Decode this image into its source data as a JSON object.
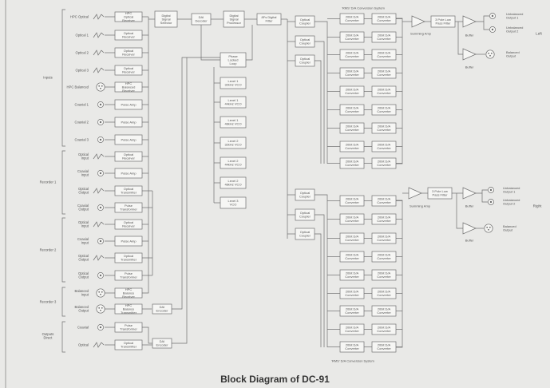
{
  "caption": "Block Diagram of DC-91",
  "groups": {
    "inputs": "Inputs",
    "recorder1": "Recorder 1",
    "recorder2": "Recorder 2",
    "recorder3": "Recorder 3",
    "outputs": "Outputs\nDirect"
  },
  "input_labels": [
    "HPC Optical",
    "Optical 1",
    "Optical 2",
    "Optical 3",
    "HPC Balanced",
    "Coaxial 1",
    "Coaxial 2",
    "Coaxial 3",
    "Optical\nInput",
    "Coaxial\nInput",
    "Optical\nOutput",
    "Coaxial\nOutput",
    "Optical\nInput",
    "Coaxial\nInput",
    "Optical\nOutput",
    "Optical\nOutput",
    "Balanced\nInput",
    "Balanced\nOutput",
    "Coaxial",
    "Optical"
  ],
  "input_blocks": [
    "HPC\nOptical\nReceiver",
    "Optical\nReceiver",
    "Optical\nReceiver",
    "Optical\nReceiver",
    "HPC\nBalanced\nReceiver",
    "Pulse Amp",
    "Pulse Amp",
    "Pulse Amp",
    "Optical\nReceiver",
    "Pulse Amp",
    "Optical\nTransmitter",
    "Pulse\nTransformer",
    "Optical\nReceiver",
    "Pulse Amp",
    "Optical\nTransmitter",
    "Pulse\nTransformer",
    "HPC\nBalance\nReceiver",
    "HPC\nBalance\nTransmitter",
    "Pulse\nTransformer",
    "Optical\nTransmitter"
  ],
  "chain": {
    "selector": "Digital\nSignal\nSelector",
    "decoder": "DAI\nDecoder",
    "dsp": "Digital\nSignal\nProcessor",
    "filter": "8Fs Digital\nFilter",
    "encoder1": "DAI\nEncoder",
    "encoder2": "DAI\nEncoder"
  },
  "pll": {
    "loop": "Phase\nLocked\nLoop",
    "vco": [
      "Level 1\n32kHz VCO",
      "Level 1\n44kHz VCO",
      "Level 1\n48kHz VCO",
      "Level 2\n32kHz VCO",
      "Level 2\n44kHz VCO",
      "Level 2\n48kHz VCO",
      "Level 3\nVCO"
    ]
  },
  "couplers": [
    "Optical\nCoupler",
    "Optical\nCoupler",
    "Optical\nCoupler",
    "Optical\nCoupler",
    "Optical\nCoupler",
    "Optical\nCoupler"
  ],
  "converter": "20bit D/A\nConverter",
  "system_label": "'RMS' D/A Conversion System",
  "summing_amp": "Summing Amp",
  "lpf": "3 Pole Low\nPass Filter",
  "buffer": "Buffer",
  "outputs": {
    "left": [
      "Unbalanced\nOutput 1",
      "Unbalanced\nOutput 2",
      "Balanced\nOutput"
    ],
    "right": [
      "Unbalanced\nOutput 1",
      "Unbalanced\nOutput 2",
      "Balanced\nOutput"
    ],
    "left_label": "Left",
    "right_label": "Right"
  }
}
